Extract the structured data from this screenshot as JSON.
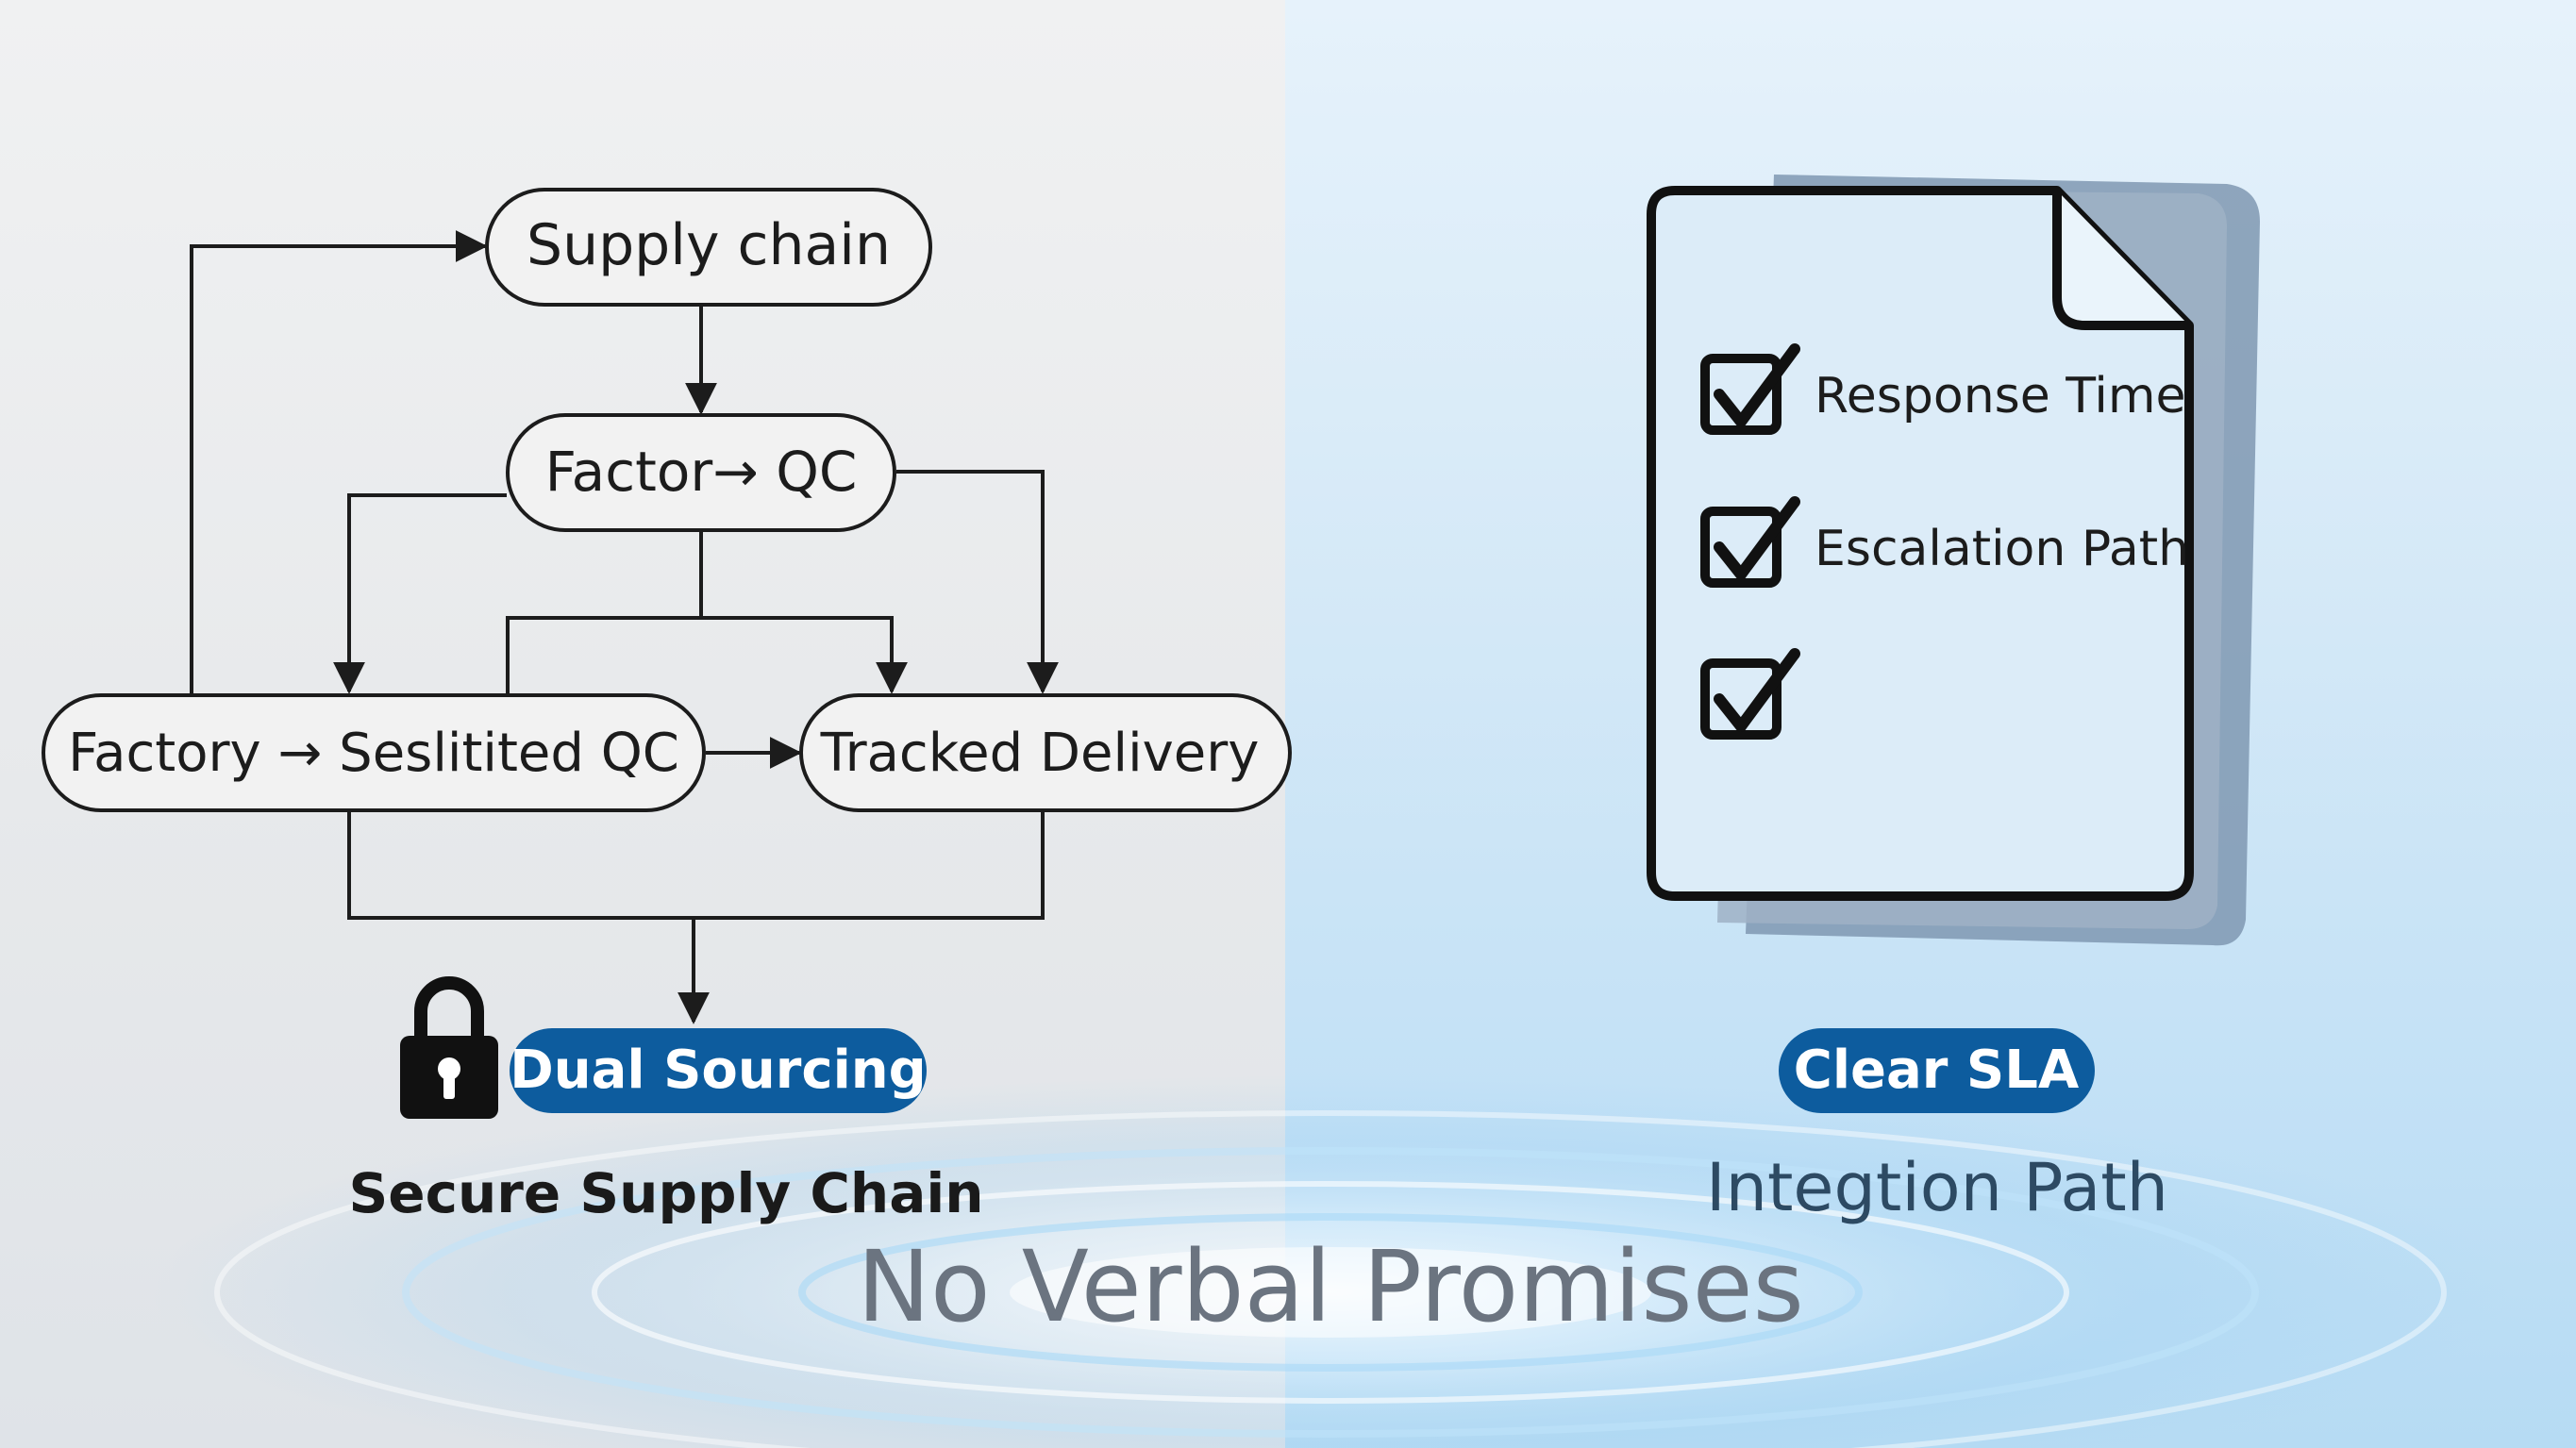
{
  "flowchart": {
    "nodes": {
      "supply_chain": "Supply chain",
      "factor_qc": "Factor→ QC",
      "factory_qc": "Factory → Seslitited QC",
      "tracked_delivery": "Tracked Delivery"
    },
    "badge": "Dual Sourcing",
    "caption": "Secure Supply Chain"
  },
  "checklist": {
    "items": [
      "Response Time",
      "Escalation Path",
      ""
    ],
    "badge": "Clear SLA",
    "caption": "Integtion Path"
  },
  "footer": {
    "title": "No Verbal Promises"
  },
  "colors": {
    "badge_blue": "#0d5c9e",
    "stroke": "#1c1c1c",
    "caption_dark": "#1a1a1a",
    "caption_blue": "#2d4a63",
    "footer_gray": "#6b7480"
  },
  "icons": [
    "padlock-icon",
    "checkbox-checked-icon",
    "document-icon"
  ]
}
